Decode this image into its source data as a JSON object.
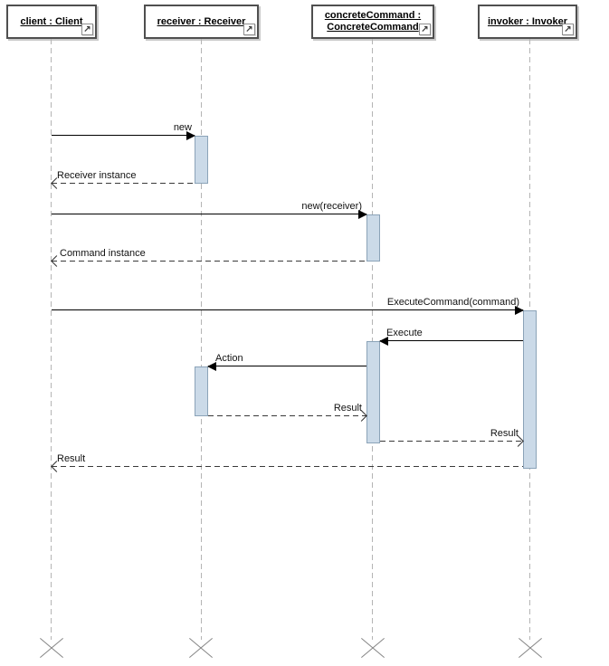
{
  "actors": [
    {
      "label": "client : Client"
    },
    {
      "label": "receiver : Receiver"
    },
    {
      "label": "concreteCommand : ConcreteCommand"
    },
    {
      "label": "invoker : Invoker"
    }
  ],
  "messages": [
    {
      "label": "new",
      "type": "sync"
    },
    {
      "label": "Receiver instance",
      "type": "return"
    },
    {
      "label": "new(receiver)",
      "type": "sync"
    },
    {
      "label": "Command instance",
      "type": "return"
    },
    {
      "label": "ExecuteCommand(command)",
      "type": "sync"
    },
    {
      "label": "Execute",
      "type": "sync"
    },
    {
      "label": "Action",
      "type": "sync"
    },
    {
      "label": "Result",
      "type": "return"
    },
    {
      "label": "Result",
      "type": "return"
    },
    {
      "label": "Result",
      "type": "return"
    }
  ],
  "icons": {
    "open_link": "↗"
  },
  "colors": {
    "activation_fill": "#cbdae8",
    "activation_border": "#8ba3b8",
    "lifeline": "#b4b4b4",
    "box_border": "#4f4f4f",
    "sync_line": "#000000",
    "return_line": "#3a3a3a",
    "destroy_x": "#858585"
  }
}
